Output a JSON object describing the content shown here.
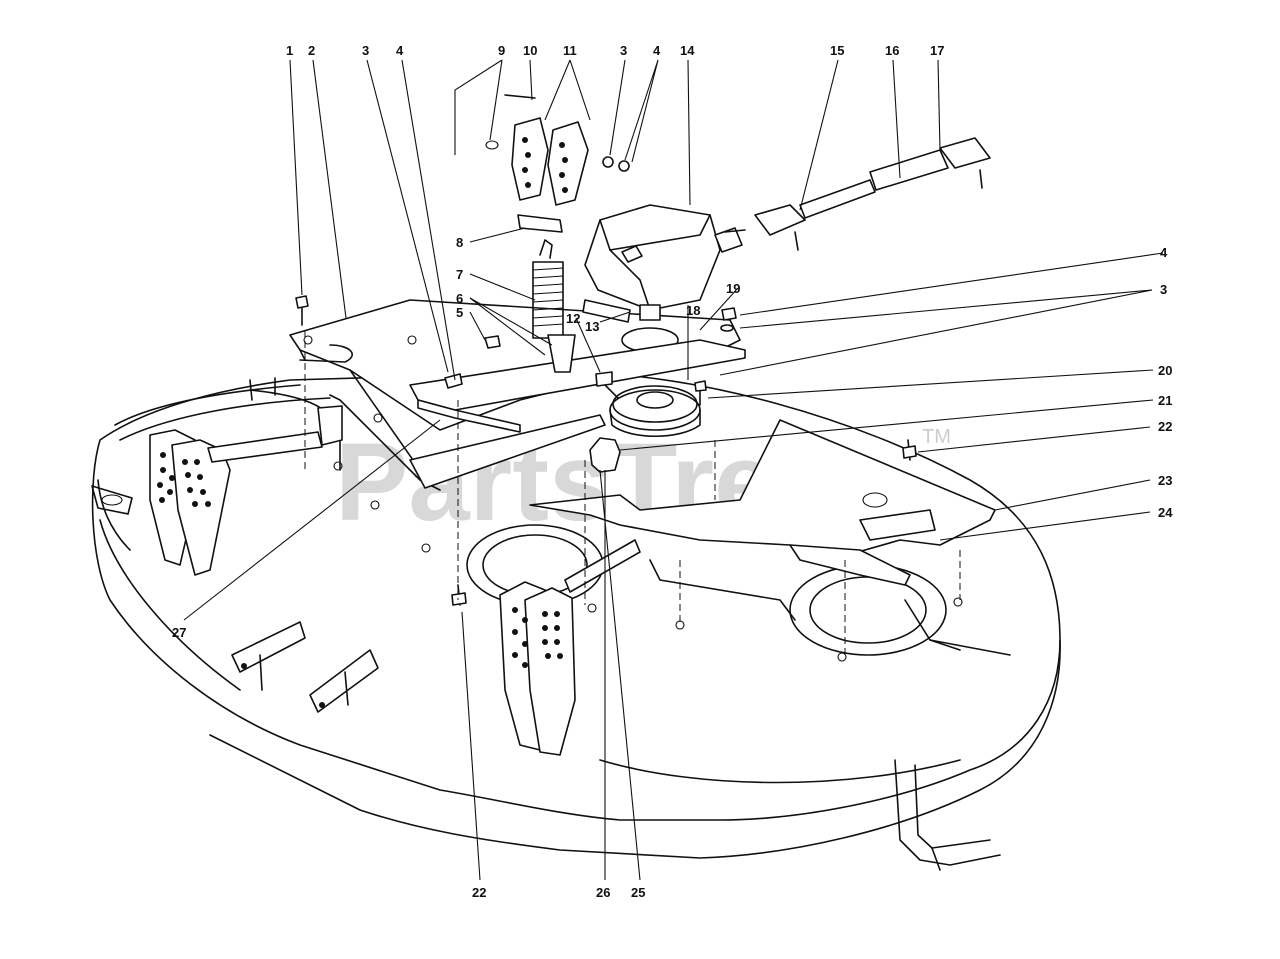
{
  "watermark": {
    "brand": "PartsTree",
    "trademark": "TM"
  },
  "callouts": {
    "c1": "1",
    "c2": "2",
    "c3a": "3",
    "c4a": "4",
    "c9": "9",
    "c10": "10",
    "c11": "11",
    "c3b": "3",
    "c4b": "4",
    "c14": "14",
    "c15": "15",
    "c16": "16",
    "c17": "17",
    "c8": "8",
    "c7": "7",
    "c6": "6",
    "c5": "5",
    "c12": "12",
    "c13": "13",
    "c18": "18",
    "c19": "19",
    "c4c": "4",
    "c3c": "3",
    "c20": "20",
    "c21": "21",
    "c22a": "22",
    "c23": "23",
    "c24": "24",
    "c27": "27",
    "c22b": "22",
    "c26": "26",
    "c25": "25"
  }
}
